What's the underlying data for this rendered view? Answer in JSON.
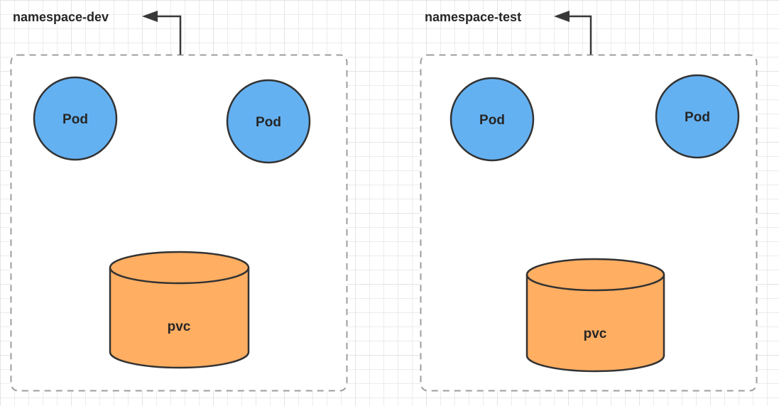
{
  "diagram": {
    "type": "kubernetes-namespace-diagram",
    "namespaces": [
      {
        "label": "namespace-dev",
        "pods": [
          {
            "label": "Pod"
          },
          {
            "label": "Pod"
          }
        ],
        "pvc": {
          "label": "pvc"
        }
      },
      {
        "label": "namespace-test",
        "pods": [
          {
            "label": "Pod"
          },
          {
            "label": "Pod"
          }
        ],
        "pvc": {
          "label": "pvc"
        }
      }
    ],
    "colors": {
      "pod_fill": "#64B1F2",
      "pvc_fill": "#FFAE62",
      "shape_stroke": "#333333",
      "container_stroke": "#9E9E9E",
      "container_fill": "#FFFFFF",
      "label_text": "#262626",
      "arrow": "#383838",
      "grid_minor": "#ECECEC",
      "grid_major": "#E4E4E4"
    }
  }
}
